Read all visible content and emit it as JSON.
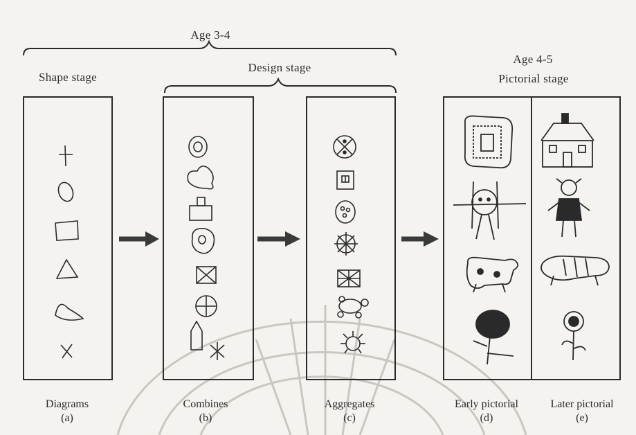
{
  "header": {
    "age_group_1": "Age 3-4",
    "age_group_2": "Age 4-5",
    "design_stage": "Design stage"
  },
  "stages": [
    {
      "title": "Shape stage",
      "caption": "Diagrams",
      "tag": "(a)"
    },
    {
      "title": "",
      "caption": "Combines",
      "tag": "(b)"
    },
    {
      "title": "",
      "caption": "Aggregates",
      "tag": "(c)"
    },
    {
      "title": "Pictorial stage",
      "caption": "Early pictorial",
      "tag": "(d)"
    },
    {
      "title": "",
      "caption": "Later pictorial",
      "tag": "(e)"
    }
  ],
  "colors": {
    "ink": "#2a2a2a",
    "paper": "#f4f3ef",
    "arrow": "#3a3a3a",
    "watermark": "#c9c7c1"
  }
}
